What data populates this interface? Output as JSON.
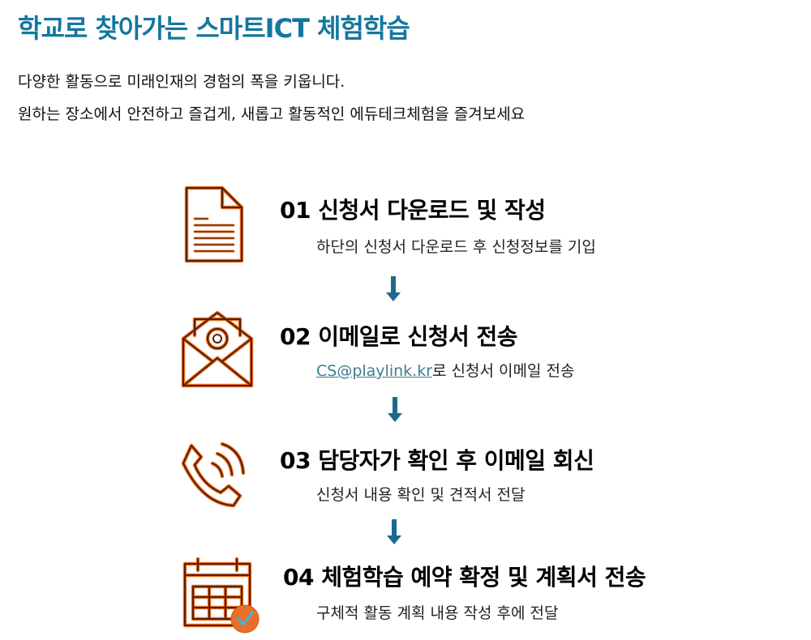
{
  "header": {
    "title": "학교로 찾아가는 스마트ICT 체험학습",
    "intro_line1": "다양한 활동으로 미래인재의 경험의 폭을 키웁니다.",
    "intro_line2": "원하는 장소에서 안전하고 즐겁게, 새롭고 활동적인 에듀테크체험을 즐겨보세요"
  },
  "colors": {
    "title": "#14779f",
    "icon": "#e8702a",
    "arrow": "#1b6a8c",
    "link": "#3e7e90"
  },
  "steps": [
    {
      "title": "01 신청서 다운로드 및 작성",
      "desc": "하단의 신청서 다운로드 후 신청정보를 기입",
      "icon": "document-icon"
    },
    {
      "title": "02 이메일로 신청서 전송",
      "email": "CS@playlink.kr",
      "desc": "로 신청서 이메일 전송",
      "icon": "email-icon"
    },
    {
      "title": "03 담당자가 확인 후 이메일 회신",
      "desc": "신청서 내용 확인 및 견적서 전달",
      "icon": "phone-icon"
    },
    {
      "title": "04 체험학습 예약 확정 및 계획서 전송",
      "desc": "구체적 활동 계획 내용 작성 후에 전달",
      "icon": "calendar-check-icon"
    }
  ]
}
